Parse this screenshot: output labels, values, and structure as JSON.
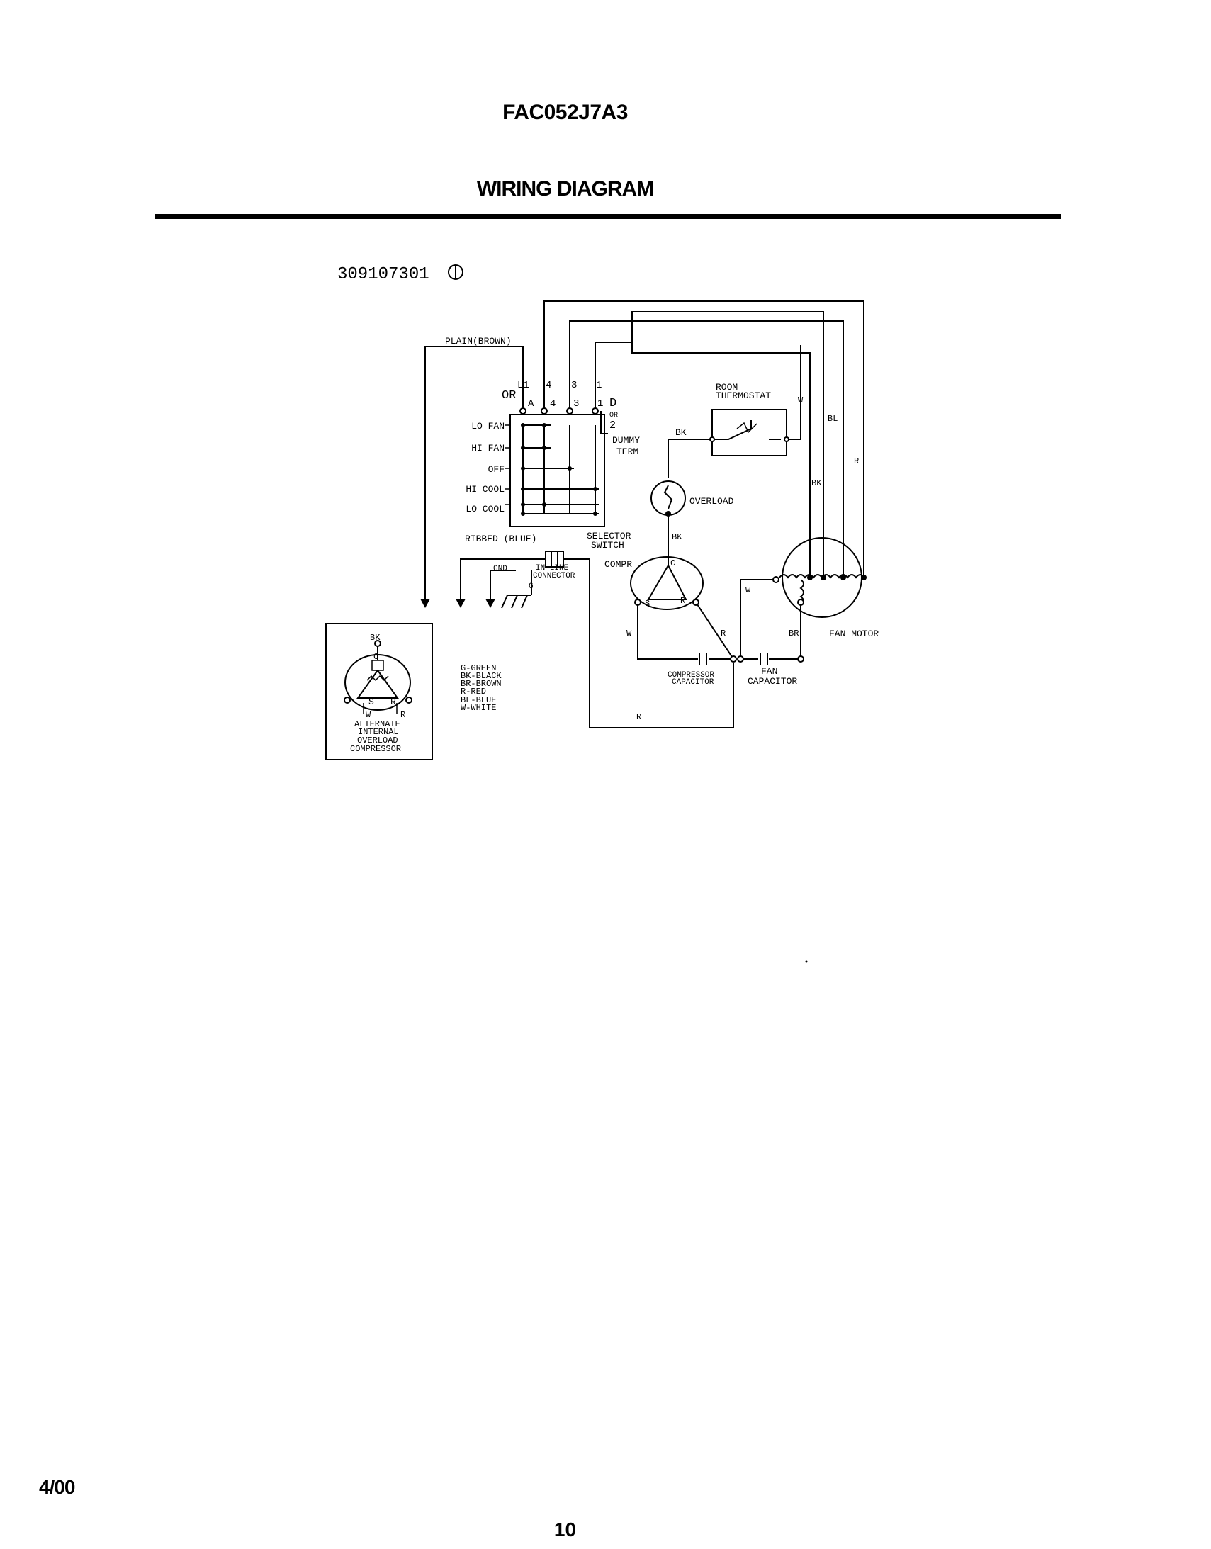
{
  "page": {
    "model": "FAC052J7A3",
    "title": "WIRING DIAGRAM",
    "part_number": "309107301",
    "footer_date": "4/00",
    "page_number": "10"
  },
  "diagram": {
    "plain_lead": "PLAIN(BROWN)",
    "ribbed_lead": "RIBBED (BLUE)",
    "switch": {
      "or_label": "OR",
      "top_terminals": [
        "L1",
        "4",
        "3",
        "1"
      ],
      "inner_terminals": [
        "A",
        "4",
        "3",
        "1"
      ],
      "d_label": "D",
      "or_small": "OR",
      "two_label": "2",
      "dummy_term": [
        "DUMMY",
        "TERM"
      ],
      "positions": [
        "LO FAN",
        "HI FAN",
        "OFF",
        "HI COOL",
        "LO COOL"
      ],
      "name": [
        "SELECTOR",
        "SWITCH"
      ]
    },
    "connector": {
      "gnd": "GND",
      "name": [
        "IN LINE",
        "CONNECTOR"
      ],
      "g": "G"
    },
    "thermostat": {
      "name": [
        "ROOM",
        "THERMOSTAT"
      ],
      "w": "W",
      "bk": "BK"
    },
    "overload": {
      "name": "OVERLOAD",
      "bk": "BK"
    },
    "compressor": {
      "name": "COMPR",
      "c": "C",
      "s": "S",
      "r": "R",
      "w": "W",
      "r_wire": "R",
      "capacitor": [
        "COMPRESSOR",
        "CAPACITOR"
      ]
    },
    "fan": {
      "name": "FAN MOTOR",
      "w": "W",
      "br": "BR",
      "bl": "BL",
      "r": "R",
      "bk": "BK",
      "capacitor": [
        "FAN",
        "CAPACITOR"
      ]
    },
    "bottom_wire": "R",
    "alternate": {
      "bk": "BK",
      "c": "C",
      "s": "S",
      "r": "R",
      "w": "W",
      "r_wire": "R",
      "caption": [
        "ALTERNATE",
        "INTERNAL",
        "OVERLOAD",
        "COMPRESSOR"
      ]
    },
    "legend": [
      "G-GREEN",
      "BK-BLACK",
      "BR-BROWN",
      "R-RED",
      "BL-BLUE",
      "W-WHITE"
    ]
  }
}
